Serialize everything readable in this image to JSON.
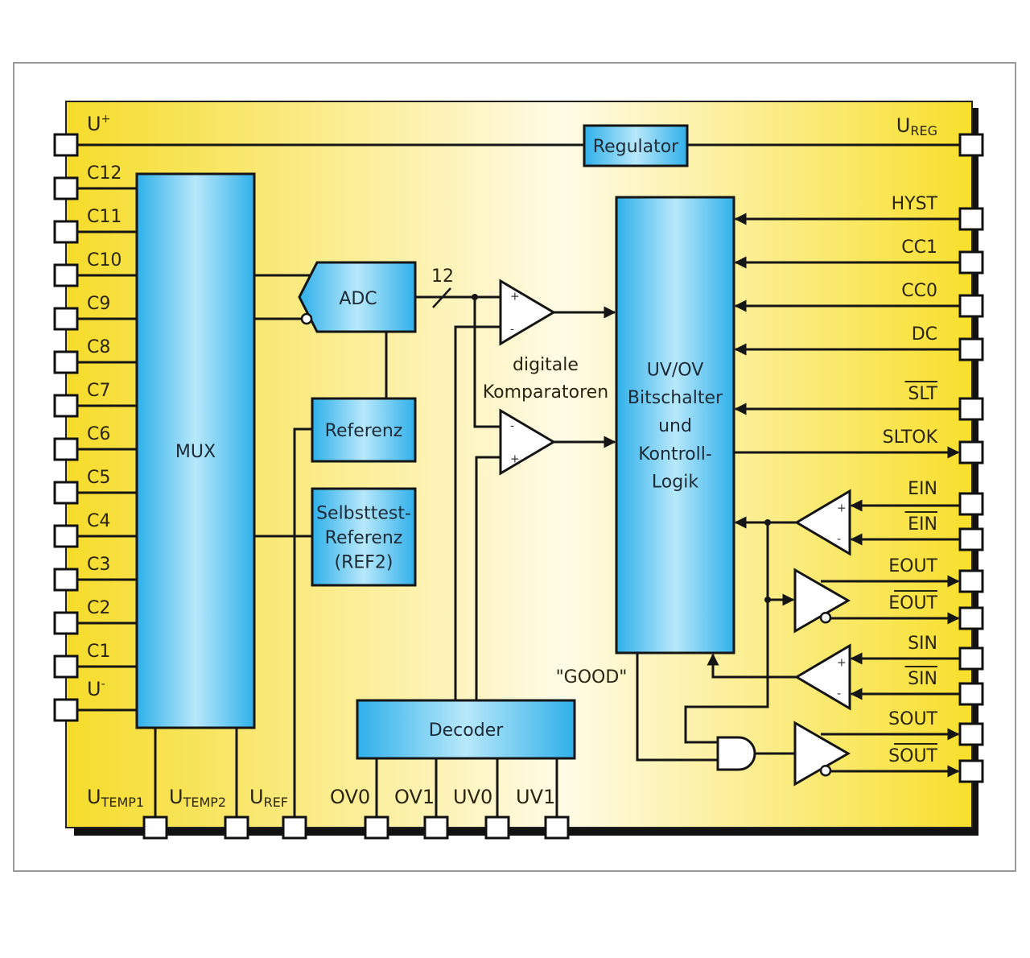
{
  "diagram": {
    "language": "de",
    "colors": {
      "chip_body": "#f8e13a",
      "chip_body_light": "#fffbe0",
      "block_fill": "#3cb8ee",
      "block_fill_light": "#b8e8fb",
      "pin_fill": "#ffffff",
      "wire": "#151515"
    },
    "left_pins": [
      "U+",
      "C12",
      "C11",
      "C10",
      "C9",
      "C8",
      "C7",
      "C6",
      "C5",
      "C4",
      "C3",
      "C2",
      "C1",
      "U-"
    ],
    "right_pins": [
      {
        "label": "U_REG",
        "main": "U",
        "sub": "REG",
        "overline": false,
        "direction": "out"
      },
      {
        "label": "HYST",
        "overline": false,
        "direction": "in"
      },
      {
        "label": "CC1",
        "overline": false,
        "direction": "in"
      },
      {
        "label": "CC0",
        "overline": false,
        "direction": "in"
      },
      {
        "label": "DC",
        "overline": false,
        "direction": "in"
      },
      {
        "label": "SLT",
        "overline": true,
        "direction": "in"
      },
      {
        "label": "SLTOK",
        "overline": false,
        "direction": "out"
      },
      {
        "label": "EIN",
        "overline": false,
        "direction": "in"
      },
      {
        "label": "EIN",
        "overline": true,
        "direction": "in"
      },
      {
        "label": "EOUT",
        "overline": false,
        "direction": "out"
      },
      {
        "label": "EOUT",
        "overline": true,
        "direction": "out"
      },
      {
        "label": "SIN",
        "overline": false,
        "direction": "in"
      },
      {
        "label": "SIN",
        "overline": true,
        "direction": "in"
      },
      {
        "label": "SOUT",
        "overline": false,
        "direction": "out"
      },
      {
        "label": "SOUT",
        "overline": true,
        "direction": "out"
      }
    ],
    "bottom_pins": [
      {
        "main": "U",
        "sub": "TEMP1"
      },
      {
        "main": "U",
        "sub": "TEMP2"
      },
      {
        "main": "U",
        "sub": "REF"
      },
      {
        "main": "OV0",
        "sub": ""
      },
      {
        "main": "OV1",
        "sub": ""
      },
      {
        "main": "UV0",
        "sub": ""
      },
      {
        "main": "UV1",
        "sub": ""
      }
    ],
    "blocks": {
      "regulator": "Regulator",
      "mux": "MUX",
      "adc": "ADC",
      "referenz": "Referenz",
      "selbsttest": [
        "Selbsttest-",
        "Referenz",
        "(REF2)"
      ],
      "decoder": "Decoder",
      "logic": [
        "UV/OV",
        "Bitschalter",
        "und",
        "Kontroll-",
        "Logik"
      ]
    },
    "annotations": {
      "bus_width": "12",
      "comparators": [
        "digitale",
        "Komparatoren"
      ],
      "good_signal": "\"GOOD\"",
      "plus": "+",
      "minus": "-"
    }
  }
}
